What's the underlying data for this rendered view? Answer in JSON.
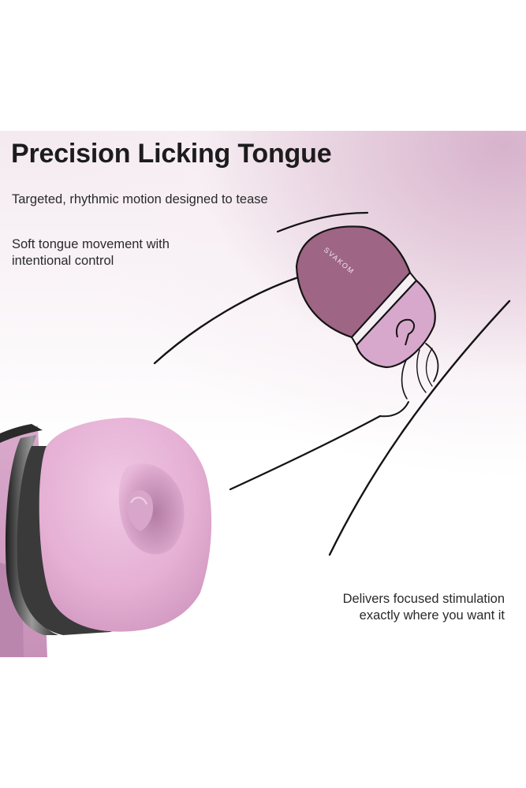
{
  "headline": "Precision Licking Tongue",
  "captions": {
    "motion": "Targeted, rhythmic motion designed to tease",
    "movement": "Soft tongue movement with intentional control",
    "stimulation": "Delivers focused stimulation exactly where you want it"
  },
  "brand_mark": "SVAKOM",
  "colors": {
    "device_pink": "#e8b6d8",
    "cap_mauve": "#9e6584",
    "tip_pink": "#d8a8cc",
    "line_art": "#141414",
    "chrome": "#3a3a3a"
  }
}
